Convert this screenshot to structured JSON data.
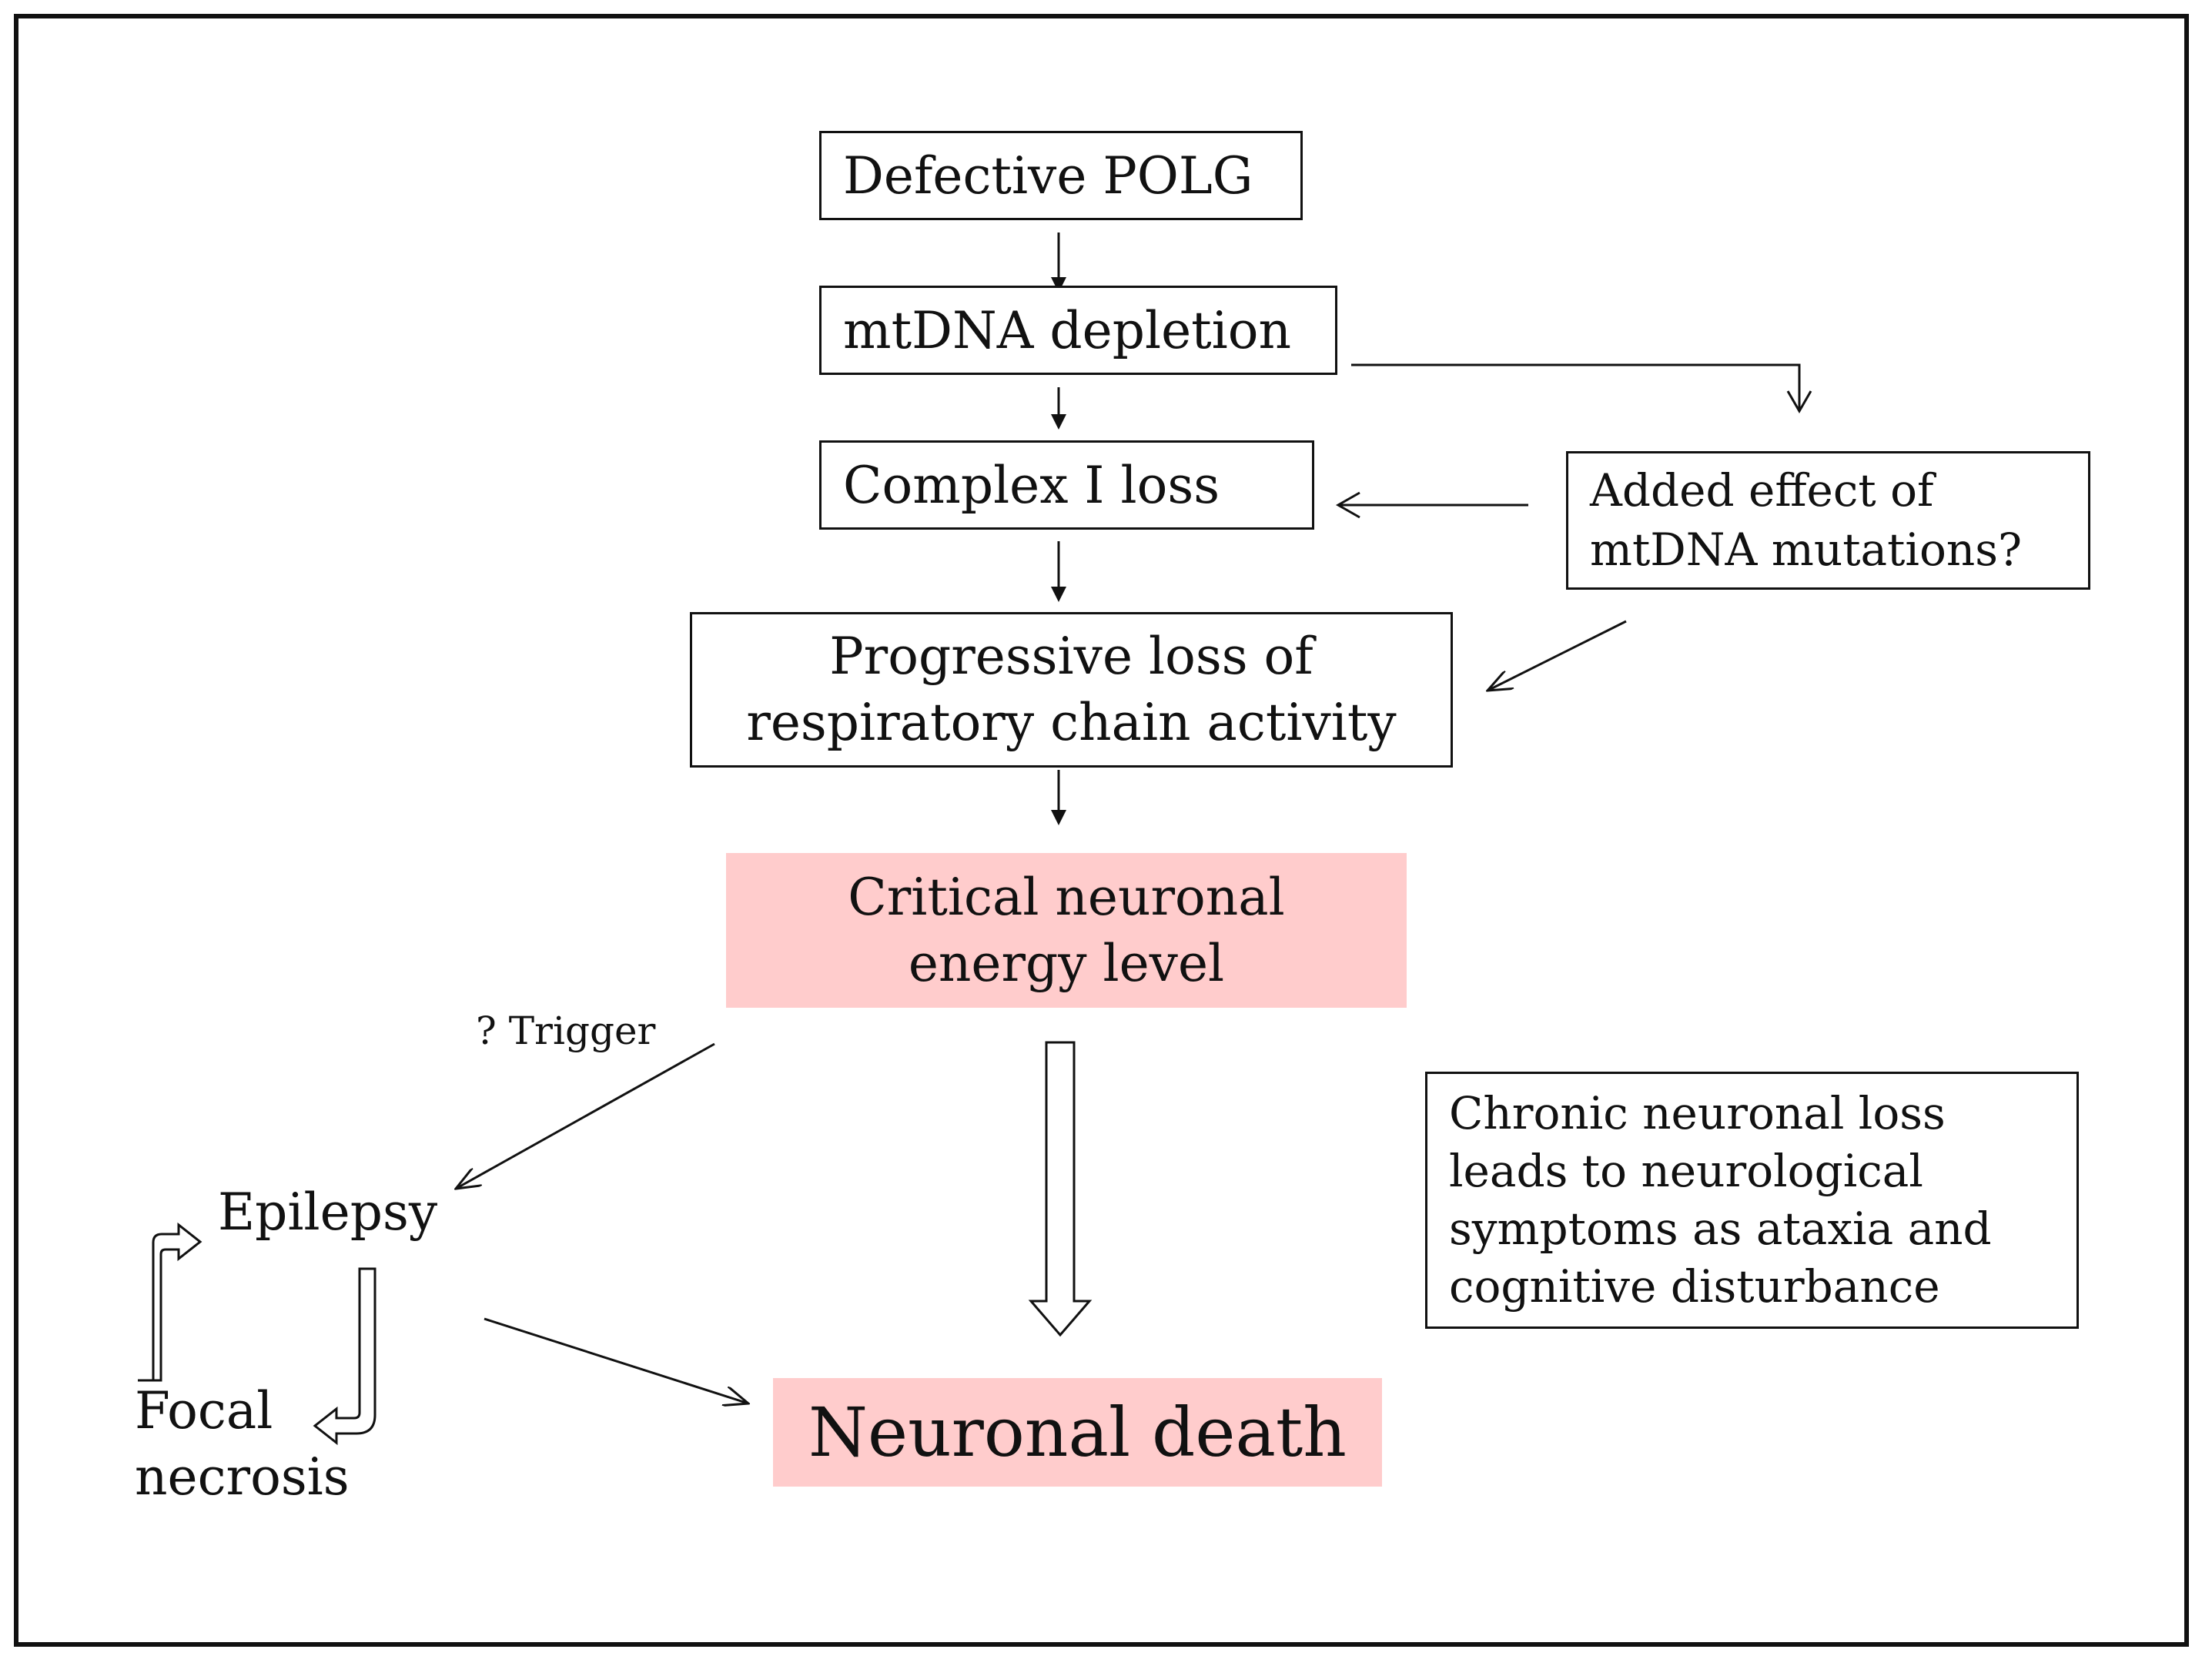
{
  "diagram": {
    "nodes": {
      "defective_polg": "Defective POLG",
      "mtdna_depletion": "mtDNA depletion",
      "complex_i_loss": "Complex I loss",
      "added_effect": "Added effect of\nmtDNA mutations?",
      "progressive_loss": "Progressive loss of\nrespiratory chain activity",
      "critical_energy": "Critical neuronal\nenergy level",
      "chronic_loss": "Chronic neuronal loss\nleads to neurological\nsymptoms as ataxia and\ncognitive disturbance",
      "epilepsy": "Epilepsy",
      "focal_necrosis": "Focal\nnecrosis",
      "neuronal_death": "Neuronal death"
    },
    "edge_labels": {
      "trigger": "? Trigger"
    },
    "colors": {
      "highlight": "#ffcccc",
      "line": "#111111"
    }
  }
}
